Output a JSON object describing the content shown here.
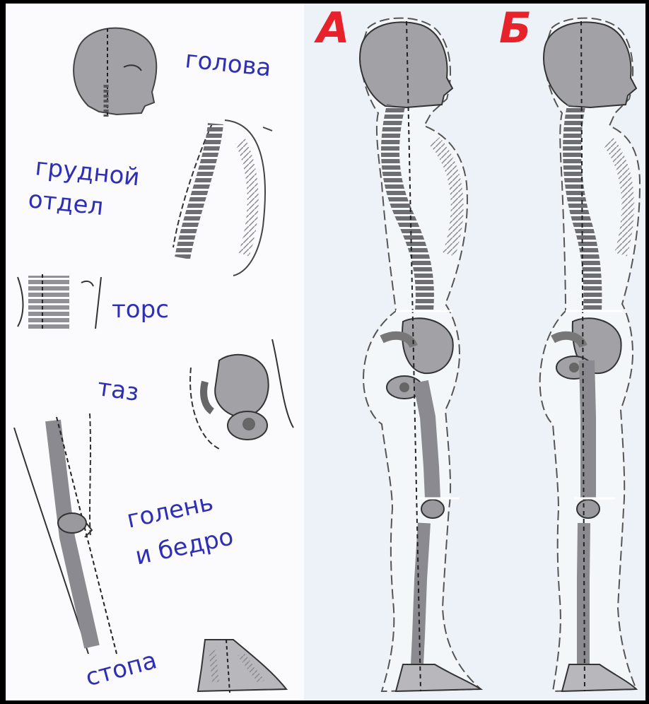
{
  "variants": {
    "a": "А",
    "b": "Б"
  },
  "labels": {
    "head": "голова",
    "thoracic_line1": "грудной",
    "thoracic_line2": "отдел",
    "torso": "торс",
    "pelvis": "таз",
    "leg_line1": "голень",
    "leg_line2": "и бедро",
    "foot": "стопа"
  },
  "colors": {
    "label": "#2f2fb5",
    "variant_letter": "#e8222a",
    "bone": "#9a9a9e",
    "outline": "#4a4a4e"
  }
}
